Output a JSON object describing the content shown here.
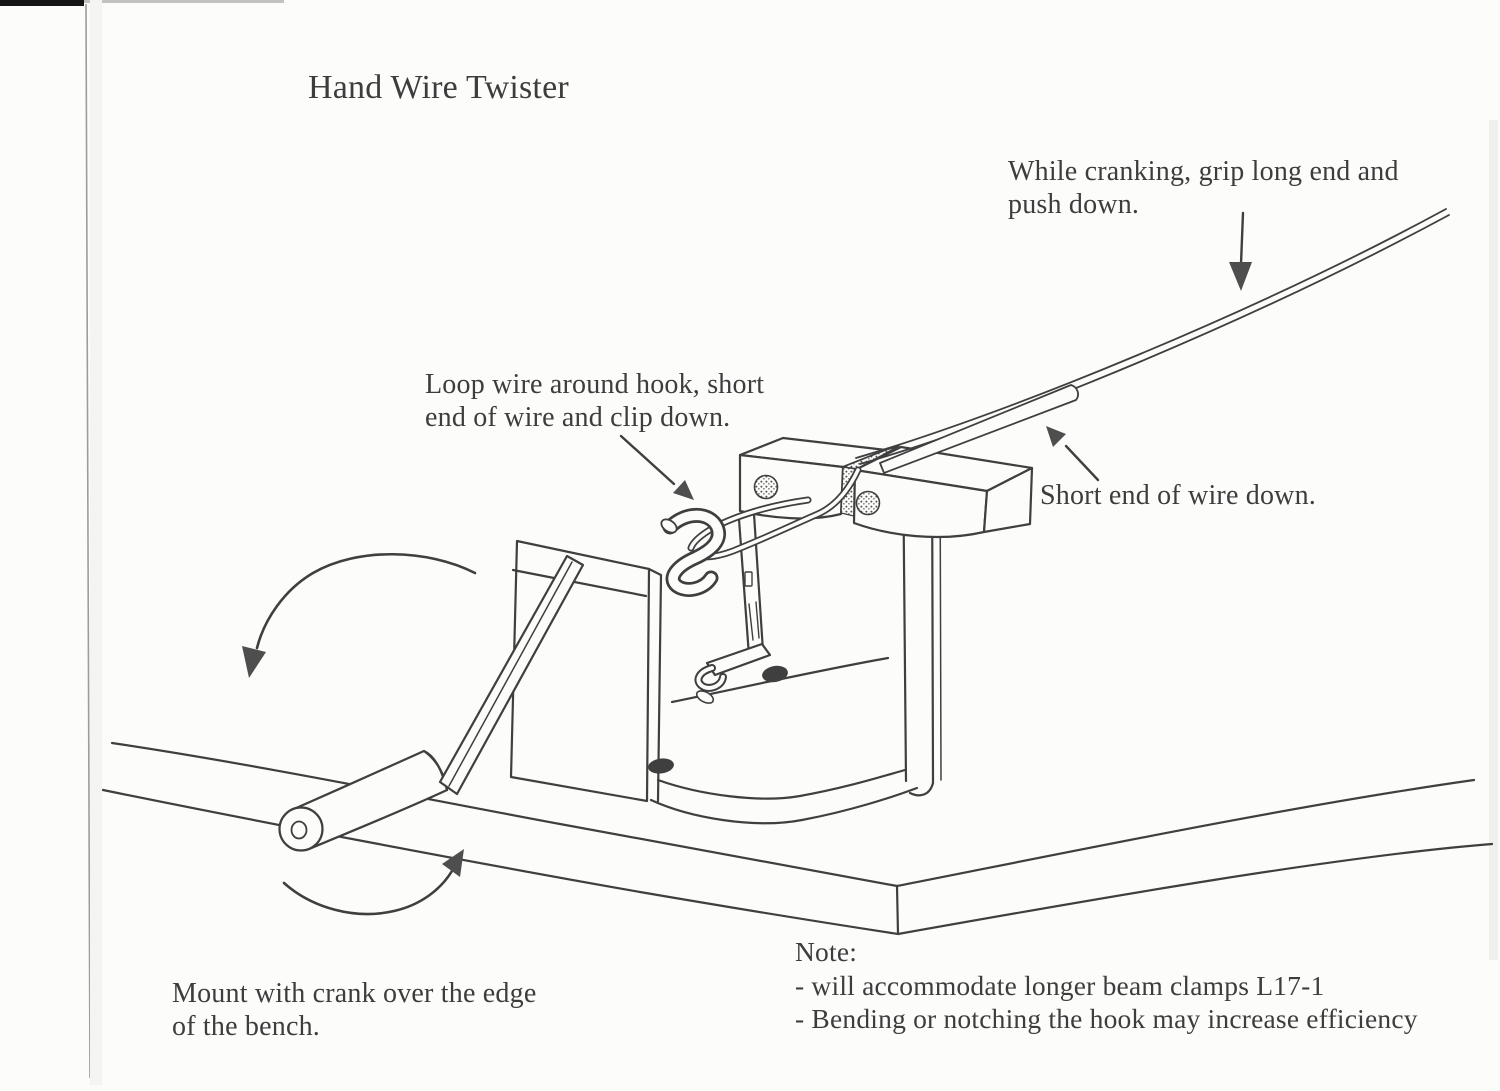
{
  "page": {
    "title": "Hand Wire Twister"
  },
  "annotations": {
    "while_cranking": "While cranking, grip long end and\npush down.",
    "loop_wire": "Loop wire around hook, short\nend of wire and clip down.",
    "short_end": "Short end of wire down.",
    "mount": "Mount with crank over the edge\nof the bench.",
    "note_heading": "Note:",
    "note_items": [
      "- will accommodate longer beam clamps L17-1",
      "- Bending or notching the hook may increase efficiency"
    ]
  },
  "colors": {
    "ink": "#3a3a3a",
    "paper": "#fcfcfb",
    "arrow_fill": "#4e4e4e",
    "scan_bar": "#151515"
  },
  "diagram_parts": [
    "bench-top",
    "u-channel-bracket",
    "crank-arm",
    "crank-handle",
    "twist-hook",
    "wire-loop",
    "beam-clamp-blocks",
    "long-wire-end",
    "short-wire-end",
    "rotation-arrow-upper",
    "rotation-arrow-lower"
  ]
}
